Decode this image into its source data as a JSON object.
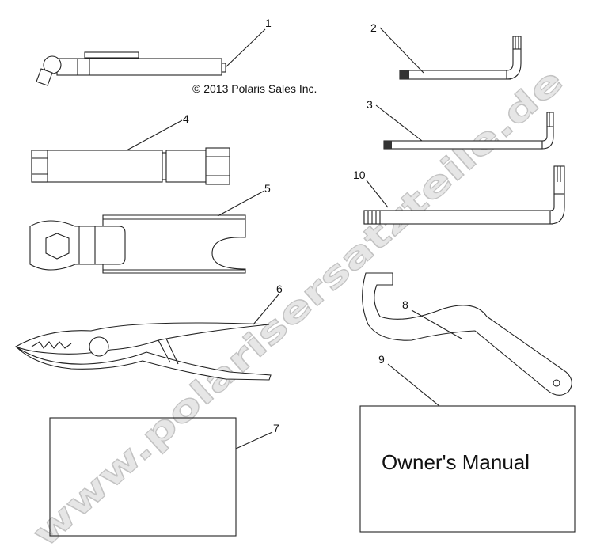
{
  "copyright": "© 2013 Polaris Sales Inc.",
  "callouts": [
    "1",
    "2",
    "3",
    "4",
    "5",
    "6",
    "7",
    "8",
    "9",
    "10"
  ],
  "manual_box": {
    "text": "Owner's Manual"
  },
  "watermark": "www.polarisersatzteile.de"
}
